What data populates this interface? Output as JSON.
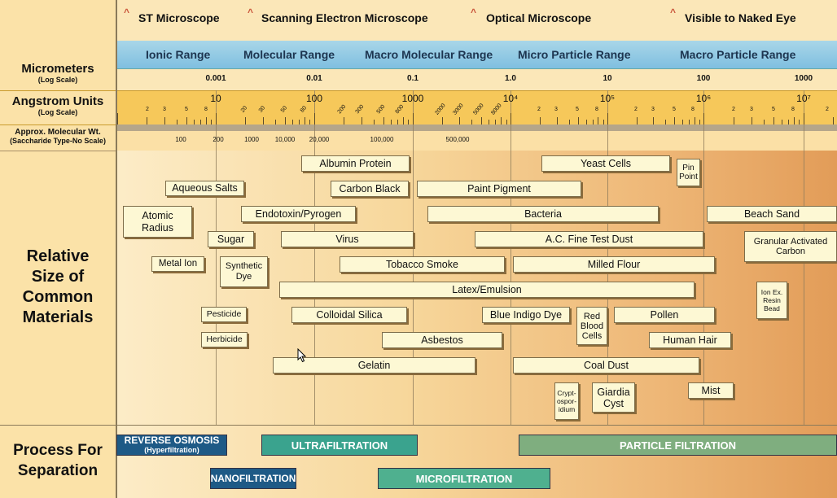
{
  "left": {
    "micrometers": "Micrometers",
    "micrometers_sub": "(Log Scale)",
    "angstrom": "Angstrom Units",
    "angstrom_sub": "(Log Scale)",
    "mw": "Approx. Molecular Wt.",
    "mw_sub": "(Saccharide Type-No Scale)",
    "relative": "Relative Size of Common Materials",
    "process": "Process For Separation"
  },
  "microscopes": [
    "ST Microscope",
    "Scanning Electron Microscope",
    "Optical Microscope",
    "Visible to Naked Eye"
  ],
  "ranges": [
    "Ionic Range",
    "Molecular Range",
    "Macro Molecular Range",
    "Micro Particle Range",
    "Macro Particle Range"
  ],
  "micrometer_ticks": [
    "0.001",
    "0.01",
    "0.1",
    "1.0",
    "10",
    "100",
    "1000"
  ],
  "angstrom_major": [
    "10",
    "100",
    "1000",
    "10⁴",
    "10⁵",
    "10⁶",
    "10⁷"
  ],
  "angstrom_minor_first": [
    "2",
    "3",
    "5",
    "8"
  ],
  "angstrom_minor_second": [
    "20",
    "30",
    "50",
    "80"
  ],
  "angstrom_minor_third": [
    "200",
    "300",
    "500",
    "800"
  ],
  "angstrom_minor_fourth": [
    "2000",
    "3000",
    "5000",
    "8000"
  ],
  "angstrom_minor_generic": [
    "2",
    "3",
    "5",
    "8"
  ],
  "mw_ticks": [
    "100",
    "200",
    "1000",
    "10,000",
    "20,000",
    "100,000",
    "500,000"
  ],
  "materials": {
    "albumin": "Albumin Protein",
    "yeast": "Yeast Cells",
    "pin": "Pin Point",
    "aqueous": "Aqueous Salts",
    "carbon_black": "Carbon Black",
    "paint": "Paint Pigment",
    "atomic": "Atomic Radius",
    "endotoxin": "Endotoxin/Pyrogen",
    "bacteria": "Bacteria",
    "beach": "Beach Sand",
    "sugar": "Sugar",
    "virus": "Virus",
    "acdust": "A.C. Fine Test Dust",
    "granular": "Granular Activated Carbon",
    "metal": "Metal Ion",
    "synthetic": "Synthetic Dye",
    "tobacco": "Tobacco Smoke",
    "milled": "Milled Flour",
    "latex": "Latex/Emulsion",
    "ionex": "Ion Ex. Resin Bead",
    "pesticide": "Pesticide",
    "colloidal": "Colloidal Silica",
    "indigo": "Blue Indigo Dye",
    "redblood": "Red Blood Cells",
    "pollen": "Pollen",
    "herbicide": "Herbicide",
    "asbestos": "Asbestos",
    "hair": "Human Hair",
    "gelatin": "Gelatin",
    "coal": "Coal Dust",
    "crypt": "Crypt- ospor- idium",
    "giardia": "Giardia Cyst",
    "mist": "Mist"
  },
  "processes": {
    "ro": "REVERSE OSMOSIS",
    "ro_sub": "(Hyperfiltration)",
    "uf": "ULTRAFILTRATION",
    "pf": "PARTICLE FILTRATION",
    "nf": "NANOFILTRATION",
    "mf": "MICROFILTRATION"
  },
  "colors": {
    "ro": "#1e5a86",
    "uf": "#3aa38e",
    "pf": "#7fae7f",
    "nf": "#1e5a86",
    "mf": "#4fb08f"
  }
}
